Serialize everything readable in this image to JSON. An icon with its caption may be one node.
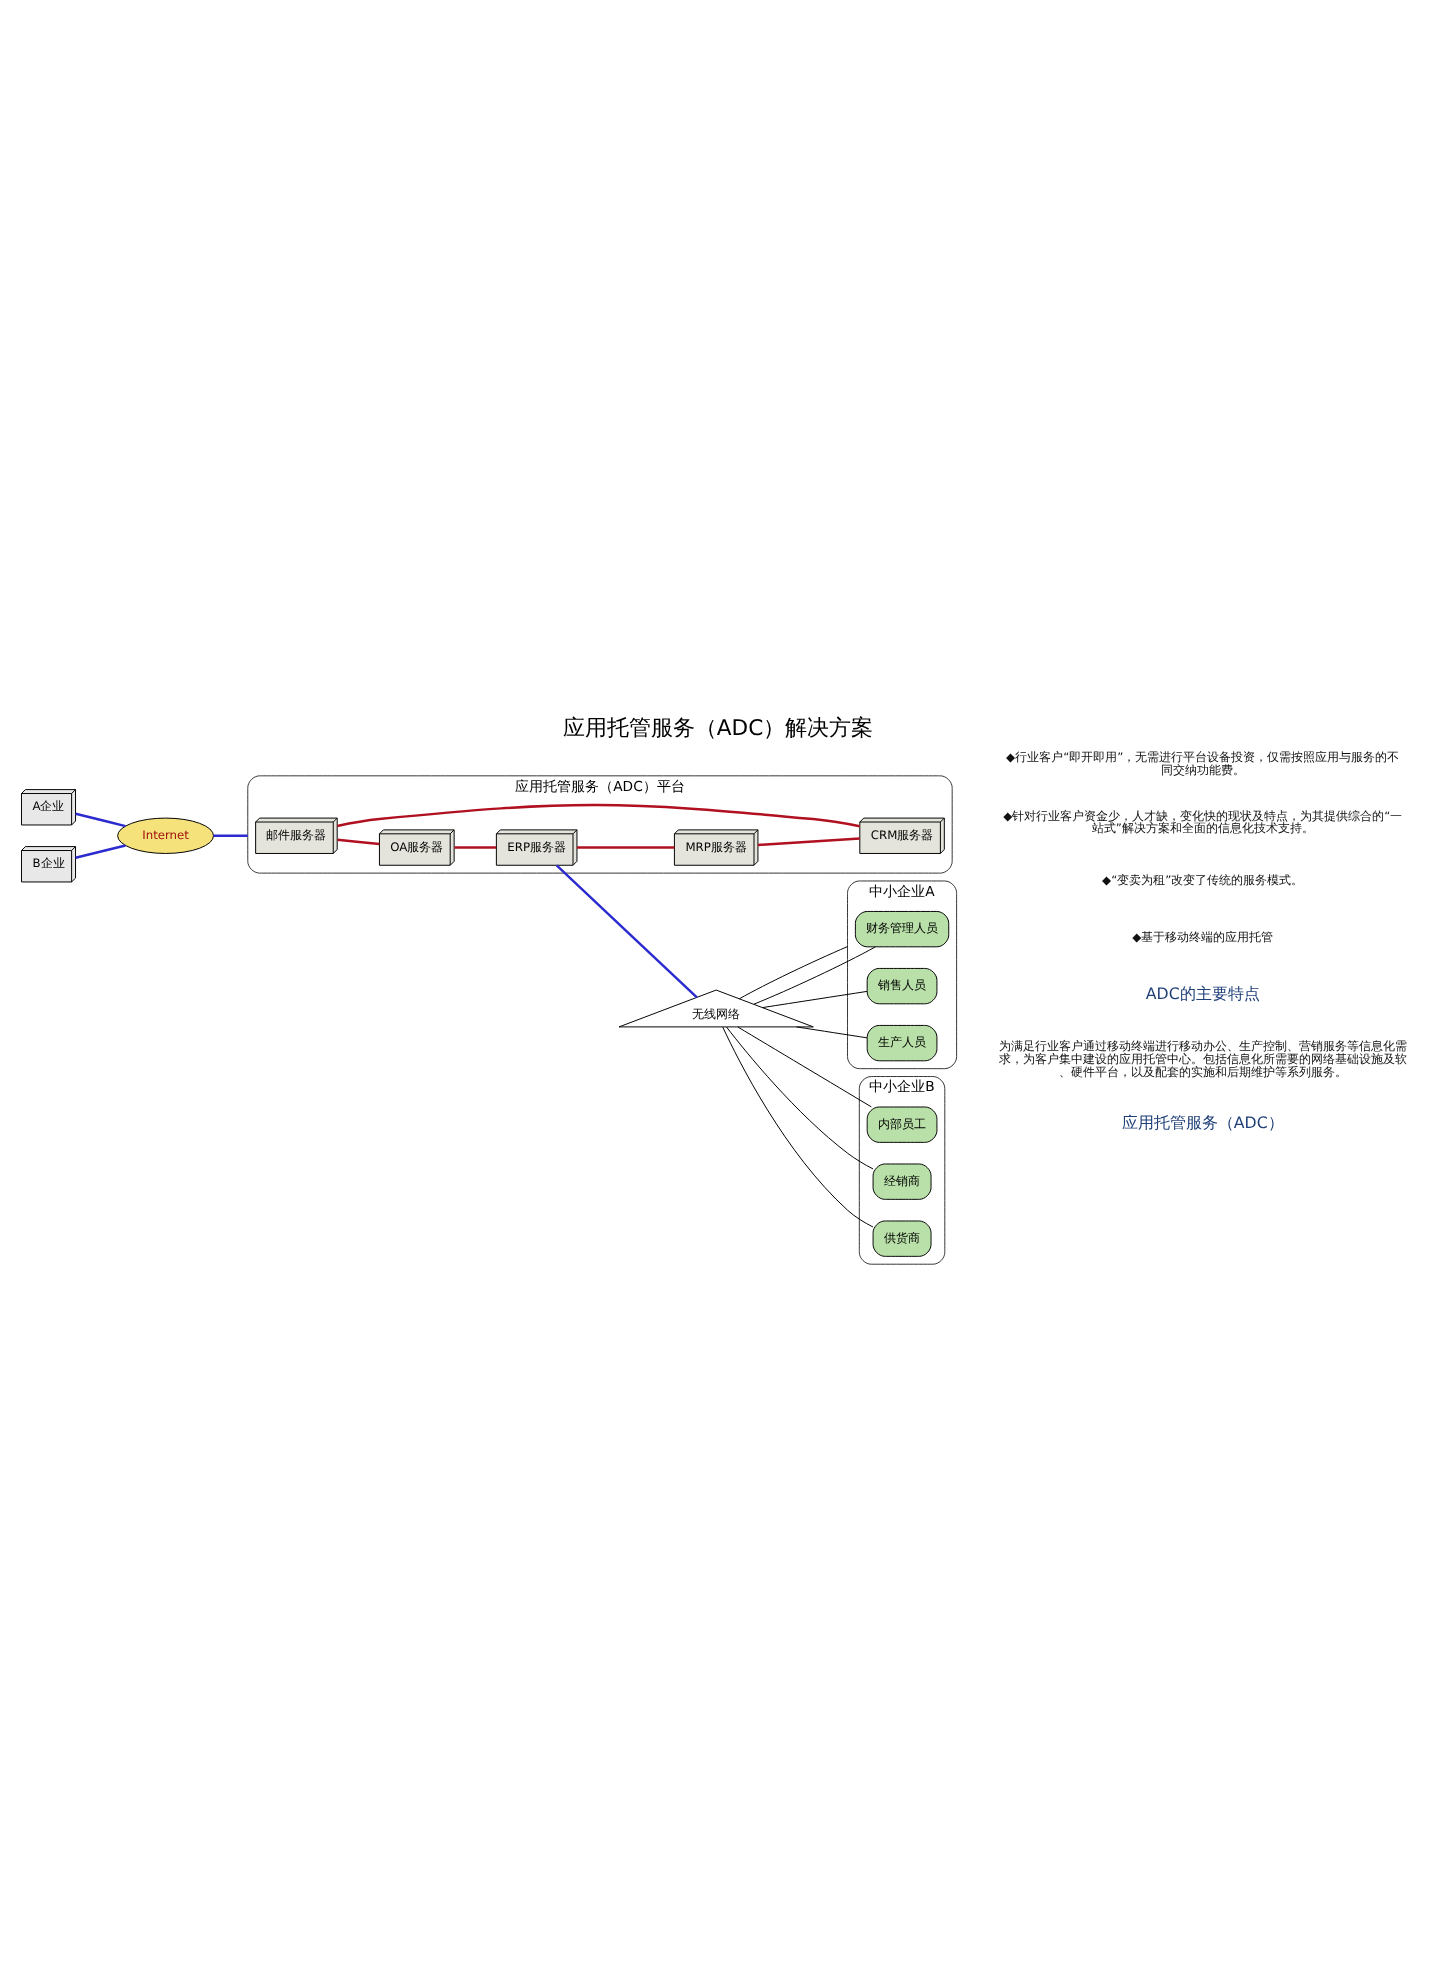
{
  "diagram": {
    "title": "应用托管服务（ADC）解决方案",
    "nodes": [
      {
        "text": [
          "A企业"
        ]
      },
      {
        "text": [
          "B企业"
        ]
      },
      {
        "text": [
          "Internet"
        ]
      },
      {
        "text": [
          "应用托管服务（ADC）平台"
        ]
      },
      {
        "text": [
          "邮件服务器"
        ],
        "in": 3
      },
      {
        "text": [
          "OA服务器"
        ],
        "in": 3
      },
      {
        "text": [
          "ERP服务器"
        ],
        "in": 3
      },
      {
        "text": [
          "MRP服务器"
        ],
        "in": 3
      },
      {
        "text": [
          "CRM服务器"
        ],
        "in": 3
      },
      {
        "text": [
          "无线网络"
        ]
      },
      {
        "text": [
          "中小企业A"
        ]
      },
      {
        "text": [
          "财务管理人员"
        ],
        "in": 10
      },
      {
        "text": [
          "销售人员"
        ],
        "in": 10
      },
      {
        "text": [
          "生产人员"
        ],
        "in": 10
      },
      {
        "text": [
          "中小企业B"
        ]
      },
      {
        "text": [
          "内部员工"
        ],
        "in": 14
      },
      {
        "text": [
          "经销商"
        ],
        "in": 14
      },
      {
        "text": [
          "供货商"
        ],
        "in": 14
      }
    ],
    "edges": [
      {
        "from": 0,
        "to": 2,
        "arrow": "none",
        "color": "#2b2bd0"
      },
      {
        "from": 1,
        "to": 2,
        "arrow": "none",
        "color": "#2b2bd0"
      },
      {
        "from": 2,
        "to": 3,
        "arrow": "none",
        "color": "#2b2bd0"
      },
      {
        "from": 4,
        "to": 5,
        "arrow": "none",
        "color": "#b01020"
      },
      {
        "from": 5,
        "to": 6,
        "arrow": "none",
        "color": "#b01020"
      },
      {
        "from": 6,
        "to": 7,
        "arrow": "none",
        "color": "#b01020"
      },
      {
        "from": 7,
        "to": 8,
        "arrow": "none",
        "color": "#b01020"
      },
      {
        "from": 8,
        "to": 4,
        "arrow": "none",
        "color": "#b01020"
      },
      {
        "from": 6,
        "to": 9,
        "arrow": "none",
        "color": "#2b2bd0"
      },
      {
        "from": 9,
        "to": 11,
        "arrow": "none"
      },
      {
        "from": 9,
        "to": 12,
        "arrow": "none"
      },
      {
        "from": 9,
        "to": 13,
        "arrow": "none"
      },
      {
        "from": 9,
        "to": 10,
        "arrow": "none"
      },
      {
        "from": 9,
        "to": 15,
        "arrow": "none"
      },
      {
        "from": 9,
        "to": 16,
        "arrow": "none"
      },
      {
        "from": 9,
        "to": 17,
        "arrow": "none"
      }
    ],
    "labels": [
      "应用托管服务（ADC）",
      "为满足行业客户通过移动终端进行移动办公、生产控制、营销服务等信息化需求，为客户集中建设的应用托管中心。包括信息化所需要的网络基础设施及软、硬件平台，以及配套的实施和后期维护等系列服务。",
      "ADC的主要特点",
      "◆基于移动终端的应用托管",
      "◆“变卖为租”改变了传统的服务模式。",
      "◆针对行业客户资金少，人才缺，变化快的现状及特点，为其提供综合的“一站式”解决方案和全面的信息化技术支持。",
      "◆行业客户“即开即用”，无需进行平台设备投资，仅需按照应用与服务的不同交纳功能费。"
    ]
  }
}
